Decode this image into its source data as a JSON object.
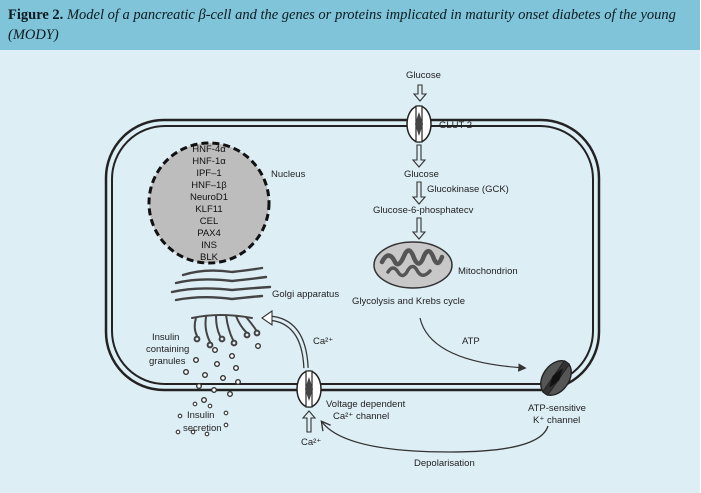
{
  "caption": {
    "figure_label": "Figure 2.",
    "title": "Model of a pancreatic β-cell and the genes or proteins implicated in maturity onset diabetes of the young (MODY)"
  },
  "nucleus": {
    "label": "Nucleus",
    "genes": [
      "HNF-4α",
      "HNF-1α",
      "IPF–1",
      "HNF–1β",
      "NeuroD1",
      "KLF11",
      "CEL",
      "PAX4",
      "INS",
      "BLK"
    ]
  },
  "labels": {
    "glucose_top": "Glucose",
    "glut2": "GLUT 2",
    "glucose_inner": "Glucose",
    "glucokinase": "Glucokinase (GCK)",
    "g6p": "Glucose-6-phosphatecv",
    "mitochondrion": "Mitochondrion",
    "glycolysis": "Glycolysis and Krebs cycle",
    "atp": "ATP",
    "katp_line1": "ATP-sensitive",
    "katp_line2": "K⁺ channel",
    "golgi": "Golgi apparatus",
    "granules_line1": "Insulin",
    "granules_line2": "containing",
    "granules_line3": "granules",
    "ca_channel_line1": "Voltage dependent",
    "ca_channel_line2": "Ca²⁺ channel",
    "ca_upper": "Ca²⁺",
    "ca_lower": "Ca²⁺",
    "secretion_line1": "Insulin",
    "secretion_line2": "secretion",
    "depolarisation": "Depolarisation"
  },
  "colors": {
    "header": "#7fc4d8",
    "background": "#ddeef5",
    "nucleus_fill": "#bdbdbd",
    "mito_fill": "#c8c8c8",
    "katp_fill": "#555555"
  }
}
